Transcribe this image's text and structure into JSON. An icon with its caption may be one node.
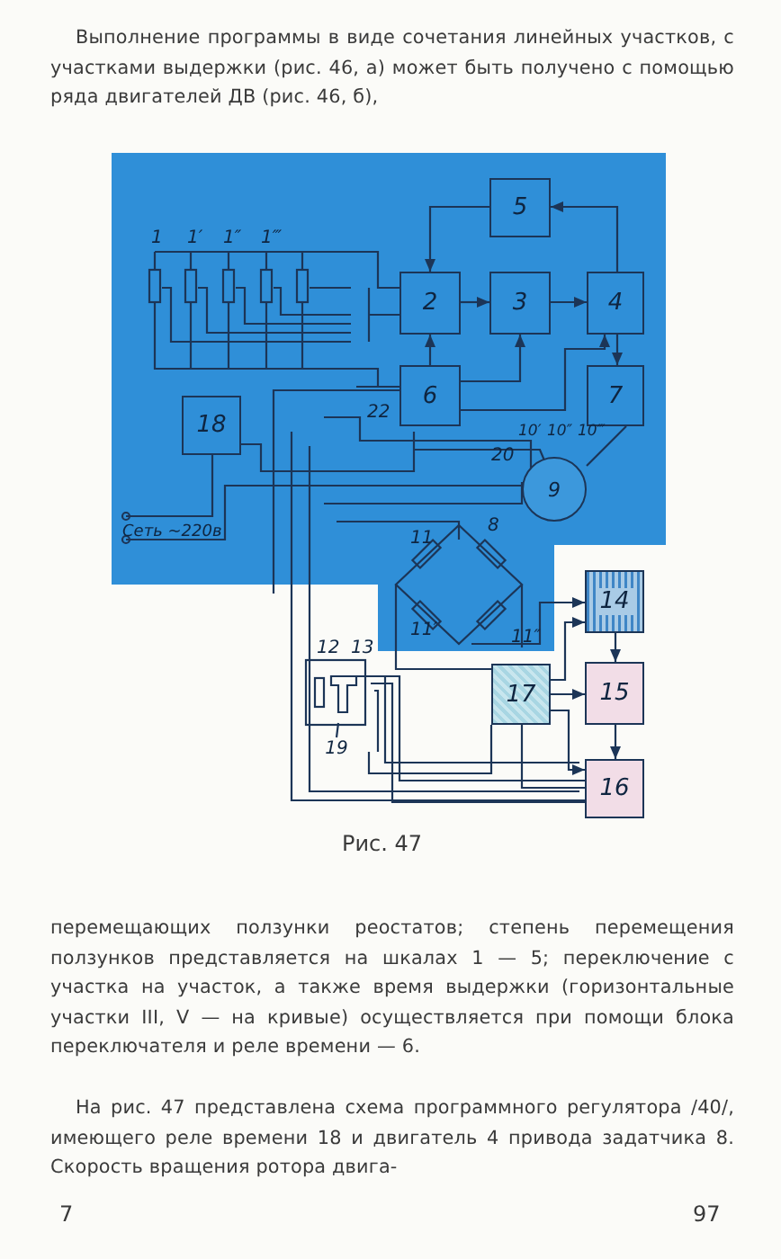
{
  "diagram": {
    "caption": "Рис. 47",
    "nodes": [
      {
        "text": [
          "5"
        ]
      },
      {
        "text": [
          "2"
        ]
      },
      {
        "text": [
          "3"
        ]
      },
      {
        "text": [
          "4"
        ]
      },
      {
        "text": [
          "6"
        ]
      },
      {
        "text": [
          "7"
        ]
      },
      {
        "text": [
          "18"
        ]
      },
      {
        "text": [
          "9"
        ]
      },
      {
        "text": [
          "14"
        ]
      },
      {
        "text": [
          "19"
        ]
      },
      {
        "text": [
          "17"
        ]
      },
      {
        "text": [
          "15"
        ]
      },
      {
        "text": [
          "16"
        ]
      }
    ],
    "edges": [
      {
        "from": 0,
        "to": 1,
        "arrow": "to"
      },
      {
        "from": 1,
        "to": 2,
        "arrow": "to"
      },
      {
        "from": 2,
        "to": 3,
        "arrow": "to"
      },
      {
        "from": 3,
        "to": 0,
        "arrow": "to"
      },
      {
        "from": 3,
        "to": 5,
        "arrow": "to"
      },
      {
        "from": 4,
        "to": 1,
        "arrow": "to"
      },
      {
        "from": 4,
        "to": 2,
        "arrow": "to"
      },
      {
        "from": 4,
        "to": 3,
        "arrow": "to"
      },
      {
        "from": 5,
        "to": 7,
        "arrow": "none"
      },
      {
        "from": null,
        "to": 8,
        "arrow": "to"
      },
      {
        "from": 10,
        "to": 8,
        "arrow": "to"
      },
      {
        "from": 10,
        "to": 11,
        "arrow": "to"
      },
      {
        "from": 10,
        "to": 12,
        "arrow": "to"
      },
      {
        "from": 8,
        "to": 11,
        "arrow": "to"
      },
      {
        "from": 11,
        "to": 12,
        "arrow": "to"
      },
      {
        "from": 9,
        "to": 12,
        "arrow": "none"
      },
      {
        "from": 9,
        "to": 12,
        "arrow": "none"
      }
    ],
    "labels": [
      "Выполнение программы в виде сочетания линейных участков, с участками выдержки (рис. 46, а) может быть получено с помощью ряда двигателей ДВ (рис. 46, б),",
      "1",
      "1′",
      "1″",
      "1‴",
      "22",
      "20",
      "10′",
      "10″",
      "10‴",
      "11",
      "8",
      "Сеть ~220в",
      "11′",
      "11″",
      "12",
      "13",
      "перемещающих ползунки реостатов; степень перемещения ползунков представляется на шкалах 1 — 5; переключение с участка на участок, а также время выдержки (горизонтальные участки III, V — на кривые) осуществляется при помощи блока переключателя и реле времени — 6.",
      "На рис. 47 представлена схема программного регулятора /40/, имеющего реле времени 18 и двигатель 4 привода задатчика 8. Скорость вращения ротора двига-",
      "7",
      "97"
    ]
  }
}
